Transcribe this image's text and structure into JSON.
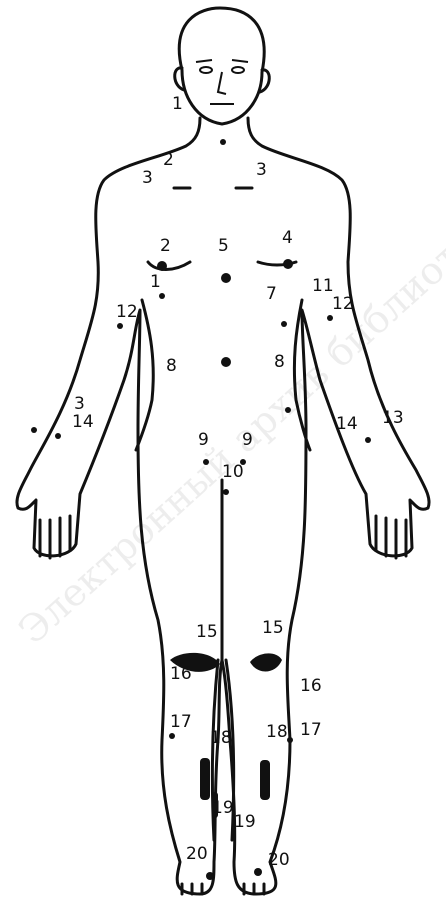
{
  "labels": {
    "l1_neck": "1",
    "l2_neck": "2",
    "l3_shoulder_left": "3",
    "l3_shoulder_right": "3",
    "l2_chest": "2",
    "l4_chest": "4",
    "l5_sternum": "5",
    "l1_chest": "1",
    "l7_chest": "7",
    "l11_arm": "11",
    "l12_arm_left": "12",
    "l12_arm_right": "12",
    "l8_abdomen_left": "8",
    "l8_abdomen_right": "8",
    "l3_forearm": "3",
    "l14_forearm_left": "14",
    "l14_forearm_right": "14",
    "l13_forearm": "13",
    "l9_groin_left": "9",
    "l9_groin_right": "9",
    "l10_pubis": "10",
    "l15_thigh_left": "15",
    "l15_thigh_right": "15",
    "l16_knee_left": "16",
    "l16_knee_right": "16",
    "l17_shin_left": "17",
    "l17_shin_right": "17",
    "l18_shin": "18",
    "l18_shin_left": "18",
    "l19_ankle_left": "19",
    "l19_ankle_right": "19",
    "l20_foot_left": "20",
    "l20_foot_right": "20"
  },
  "watermark": "Электронный архив библиотеки"
}
